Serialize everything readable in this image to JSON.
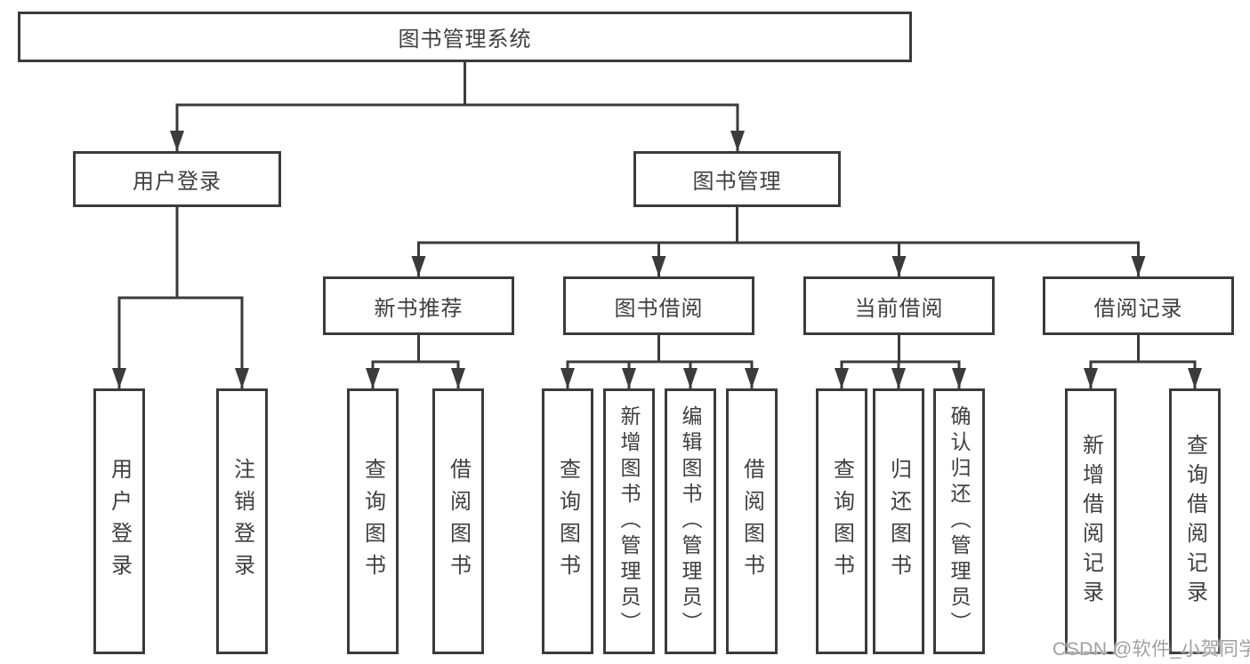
{
  "colors": {
    "line": "#3b3b3b",
    "text": "#3f3f3f",
    "background": "#ffffff",
    "watermark": "#a0a0a0"
  },
  "watermark": {
    "text": "CSDN @软件_小贺同学"
  },
  "tree": {
    "root": {
      "label": "图书管理系统"
    },
    "branches": [
      {
        "label": "用户登录",
        "children": [
          {
            "label": "用户登录"
          },
          {
            "label": "注销登录"
          }
        ]
      },
      {
        "label": "图书管理",
        "children": [
          {
            "label": "新书推荐",
            "children": [
              {
                "label": "查询图书"
              },
              {
                "label": "借阅图书"
              }
            ]
          },
          {
            "label": "图书借阅",
            "children": [
              {
                "label": "查询图书"
              },
              {
                "label": "新增图书（管理员）"
              },
              {
                "label": "编辑图书（管理员）"
              },
              {
                "label": "借阅图书"
              }
            ]
          },
          {
            "label": "当前借阅",
            "children": [
              {
                "label": "查询图书"
              },
              {
                "label": "归还图书"
              },
              {
                "label": "确认归还（管理员）"
              }
            ]
          },
          {
            "label": "借阅记录",
            "children": [
              {
                "label": "新增借阅记录"
              },
              {
                "label": "查询借阅记录"
              }
            ]
          }
        ]
      }
    ]
  }
}
